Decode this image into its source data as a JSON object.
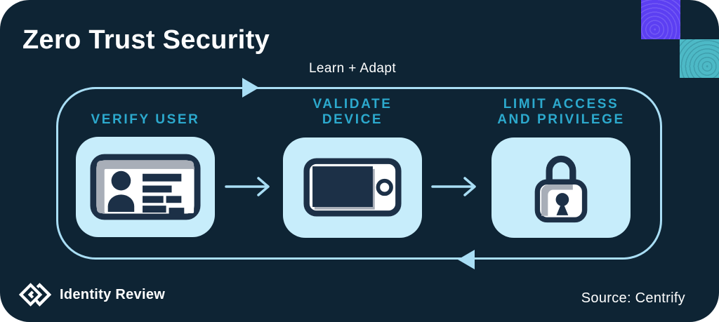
{
  "title": "Zero Trust Security",
  "loop": {
    "label": "Learn + Adapt"
  },
  "steps": [
    {
      "label": "VERIFY USER",
      "icon": "id-card-icon"
    },
    {
      "label": "VALIDATE DEVICE",
      "icon": "mobile-device-icon"
    },
    {
      "label": "LIMIT ACCESS AND PRIVILEGE",
      "icon": "padlock-icon"
    }
  ],
  "footer": {
    "brand": "Identity Review",
    "source": "Source: Centrify"
  },
  "colors": {
    "canvas_bg": "#0E2434",
    "panel_blue": "#C7EDFB",
    "flow_line": "#A9DEF5",
    "heading_teal": "#2CA9CD",
    "icon_dark": "#1C3047",
    "icon_gray": "#A8AEB8",
    "accent_purple": "#5C3FF2",
    "accent_teal": "#4DB9C6",
    "text_white": "#FFFFFF"
  }
}
